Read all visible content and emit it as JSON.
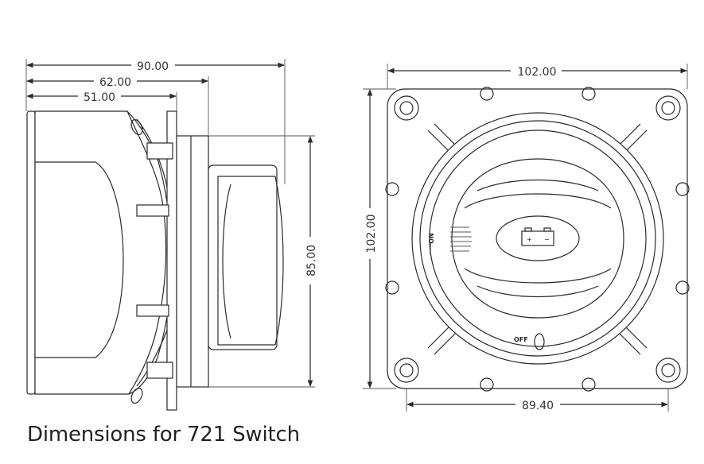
{
  "caption": "Dimensions for 721 Switch",
  "dimensions": {
    "side_overall_width": "90.00",
    "side_mid_width": "62.00",
    "side_body_width": "51.00",
    "side_height": "85.00",
    "front_width": "102.00",
    "front_height": "102.00",
    "hole_spacing": "89.40"
  },
  "switch_labels": {
    "on": "ON",
    "off": "OFF"
  }
}
